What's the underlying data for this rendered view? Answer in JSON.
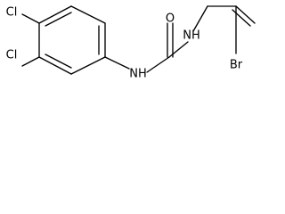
{
  "molecule": {
    "atoms": {
      "cl_top": "Cl",
      "cl_bottom": "Cl",
      "nh_left": "NH",
      "o": "O",
      "nh_right": "NH",
      "br": "Br"
    }
  }
}
